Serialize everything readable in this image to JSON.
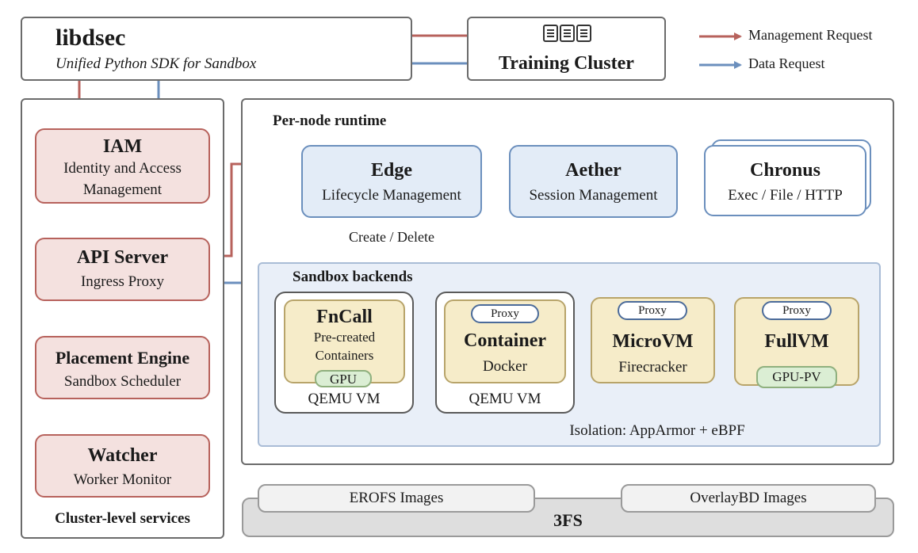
{
  "libdsec": {
    "title": "libdsec",
    "subtitle": "Unified Python SDK for Sandbox"
  },
  "training_cluster": {
    "label": "Training Cluster"
  },
  "legend": {
    "management": "Management Request",
    "data": "Data Request",
    "management_color": "#b7625c",
    "data_color": "#6b8fbd"
  },
  "cluster": {
    "label": "Cluster-level services",
    "iam": {
      "title": "IAM",
      "line1": "Identity and Access",
      "line2": "Management"
    },
    "api": {
      "title": "API Server",
      "sub": "Ingress Proxy"
    },
    "placement": {
      "title": "Placement Engine",
      "sub": "Sandbox Scheduler"
    },
    "watcher": {
      "title": "Watcher",
      "sub": "Worker Monitor"
    }
  },
  "runtime": {
    "label": "Per-node runtime",
    "edge": {
      "title": "Edge",
      "sub": "Lifecycle Management"
    },
    "aether": {
      "title": "Aether",
      "sub": "Session Management"
    },
    "chronus": {
      "title": "Chronus",
      "sub": "Exec / File / HTTP"
    },
    "create_delete": "Create / Delete"
  },
  "backends": {
    "label": "Sandbox backends",
    "fncall": {
      "title": "FnCall",
      "line1": "Pre-created",
      "line2": "Containers",
      "badge": "GPU",
      "host": "QEMU VM"
    },
    "container": {
      "proxy": "Proxy",
      "title": "Container",
      "sub": "Docker",
      "host": "QEMU VM"
    },
    "microvm": {
      "proxy": "Proxy",
      "title": "MicroVM",
      "sub": "Firecracker"
    },
    "fullvm": {
      "proxy": "Proxy",
      "title": "FullVM",
      "badge": "GPU-PV"
    },
    "isolation": "Isolation: AppArmor + eBPF"
  },
  "storage": {
    "erofs": "EROFS Images",
    "overlaybd": "OverlayBD Images",
    "fs": "3FS"
  }
}
